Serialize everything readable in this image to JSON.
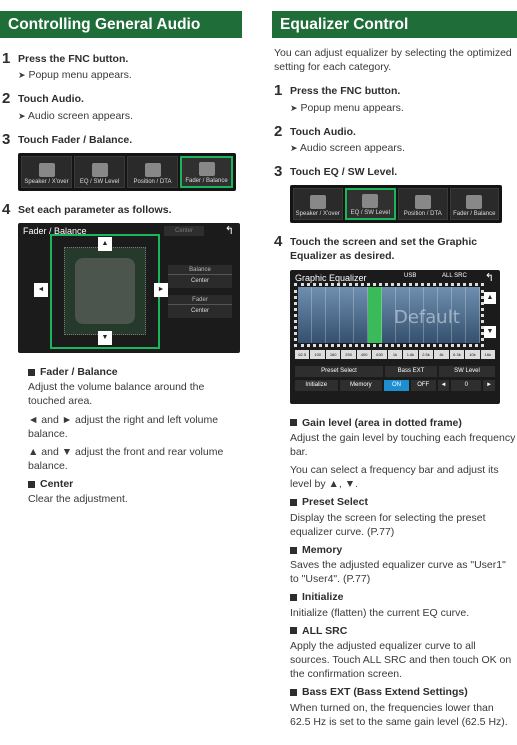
{
  "left": {
    "header": "Controlling General Audio",
    "steps": [
      {
        "num": "1",
        "pre": "Press the ",
        "bold": "FNC",
        "post": " button.",
        "result": "Popup menu appears."
      },
      {
        "num": "2",
        "pre": "Touch ",
        "bold": "Audio",
        "post": ".",
        "result": "Audio screen appears."
      },
      {
        "num": "3",
        "pre": "Touch ",
        "bold": "Fader / Balance",
        "post": "."
      },
      {
        "num": "4",
        "pre": "Set each parameter as follows.",
        "bold": "",
        "post": ""
      }
    ],
    "menu": [
      "Speaker / X'over",
      "EQ / SW Level",
      "Position / DTA",
      "Fader / Balance"
    ],
    "fader_screen": {
      "title": "Fader / Balance",
      "center_btn": "Center",
      "balance_label": "Balance",
      "balance_value": "Center",
      "fader_label": "Fader",
      "fader_value": "Center"
    },
    "sections": [
      {
        "title": "Fader / Balance",
        "lines": [
          "Adjust the volume balance around the touched area.",
          "◄ and ► adjust the right and left volume balance.",
          "▲ and ▼ adjust the front and rear volume balance."
        ]
      },
      {
        "title": "Center",
        "lines": [
          "Clear the adjustment."
        ]
      }
    ]
  },
  "right": {
    "header": "Equalizer Control",
    "intro": "You can adjust equalizer by selecting the optimized setting for each category.",
    "steps": [
      {
        "num": "1",
        "pre": "Press the ",
        "bold": "FNC",
        "post": " button.",
        "result": "Popup menu appears."
      },
      {
        "num": "2",
        "pre": "Touch ",
        "bold": "Audio",
        "post": ".",
        "result": "Audio screen appears."
      },
      {
        "num": "3",
        "pre": "Touch ",
        "bold": "EQ / SW Level",
        "post": "."
      },
      {
        "num": "4",
        "pre": "Touch the screen and set the Graphic Equalizer as desired.",
        "bold": "",
        "post": ""
      }
    ],
    "menu": [
      "Speaker / X'over",
      "EQ / SW Level",
      "Position / DTA",
      "Fader / Balance"
    ],
    "eq_screen": {
      "title": "Graphic Equalizer",
      "tab_usb": "USB",
      "tab_allsrc": "ALL SRC",
      "default_text": "Default",
      "freqs": [
        "62.5",
        "100",
        "160",
        "250",
        "400",
        "630",
        "1k",
        "1.6k",
        "2.5k",
        "4k",
        "6.3k",
        "10k",
        "16k"
      ],
      "preset_select": "Preset Select",
      "bass_ext": "Bass EXT",
      "sw_level": "SW Level",
      "initialize": "Initialize",
      "memory": "Memory",
      "on": "ON",
      "off": "OFF",
      "sw_value": "0"
    },
    "sections": [
      {
        "title": "Gain level (area in dotted frame)",
        "lines": [
          "Adjust the gain level by touching each frequency bar.",
          "You can select a frequency bar and adjust its level by ▲, ▼."
        ]
      },
      {
        "title": "Preset Select",
        "lines": [
          "Display the screen for selecting the preset equalizer curve. (P.77)"
        ]
      },
      {
        "title": "Memory",
        "lines": [
          "Saves the adjusted equalizer curve as \"User1\" to \"User4\". (P.77)"
        ]
      },
      {
        "title": "Initialize",
        "lines": [
          "Initialize (flatten) the current EQ curve."
        ]
      },
      {
        "title": "ALL SRC",
        "lines": [
          "Apply the adjusted equalizer curve to all sources. Touch ALL SRC and then touch OK on the confirmation screen."
        ]
      },
      {
        "title": "Bass EXT (Bass Extend Settings)",
        "lines": [
          "When turned on, the frequencies lower than 62.5 Hz is set to the same gain level (62.5 Hz)."
        ]
      }
    ]
  }
}
